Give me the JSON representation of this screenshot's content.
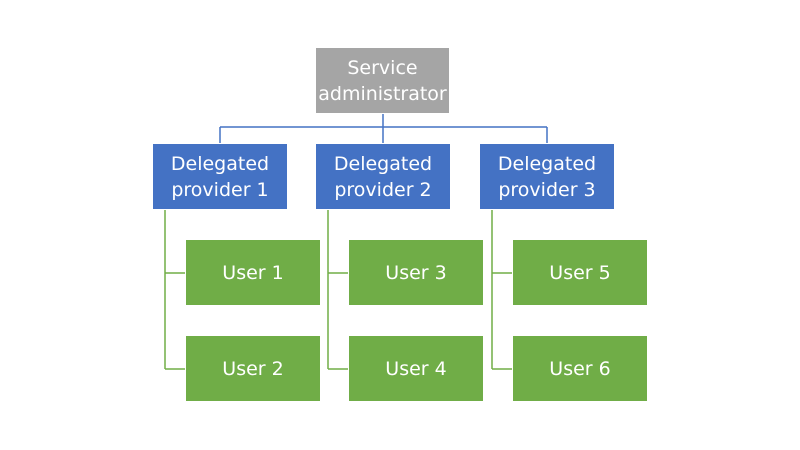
{
  "colors": {
    "root_fill": "#a5a5a5",
    "provider_fill": "#4472c4",
    "provider_connector": "#4472c4",
    "user_fill": "#70ad47",
    "user_connector": "#70ad47",
    "text": "#ffffff"
  },
  "root": {
    "label": "Service\nadministrator"
  },
  "providers": [
    {
      "label": "Delegated\nprovider 1",
      "users": [
        {
          "label": "User 1"
        },
        {
          "label": "User 2"
        }
      ]
    },
    {
      "label": "Delegated\nprovider  2",
      "users": [
        {
          "label": "User 3"
        },
        {
          "label": "User 4"
        }
      ]
    },
    {
      "label": "Delegated\nprovider  3",
      "users": [
        {
          "label": "User 5"
        },
        {
          "label": "User 6"
        }
      ]
    }
  ]
}
